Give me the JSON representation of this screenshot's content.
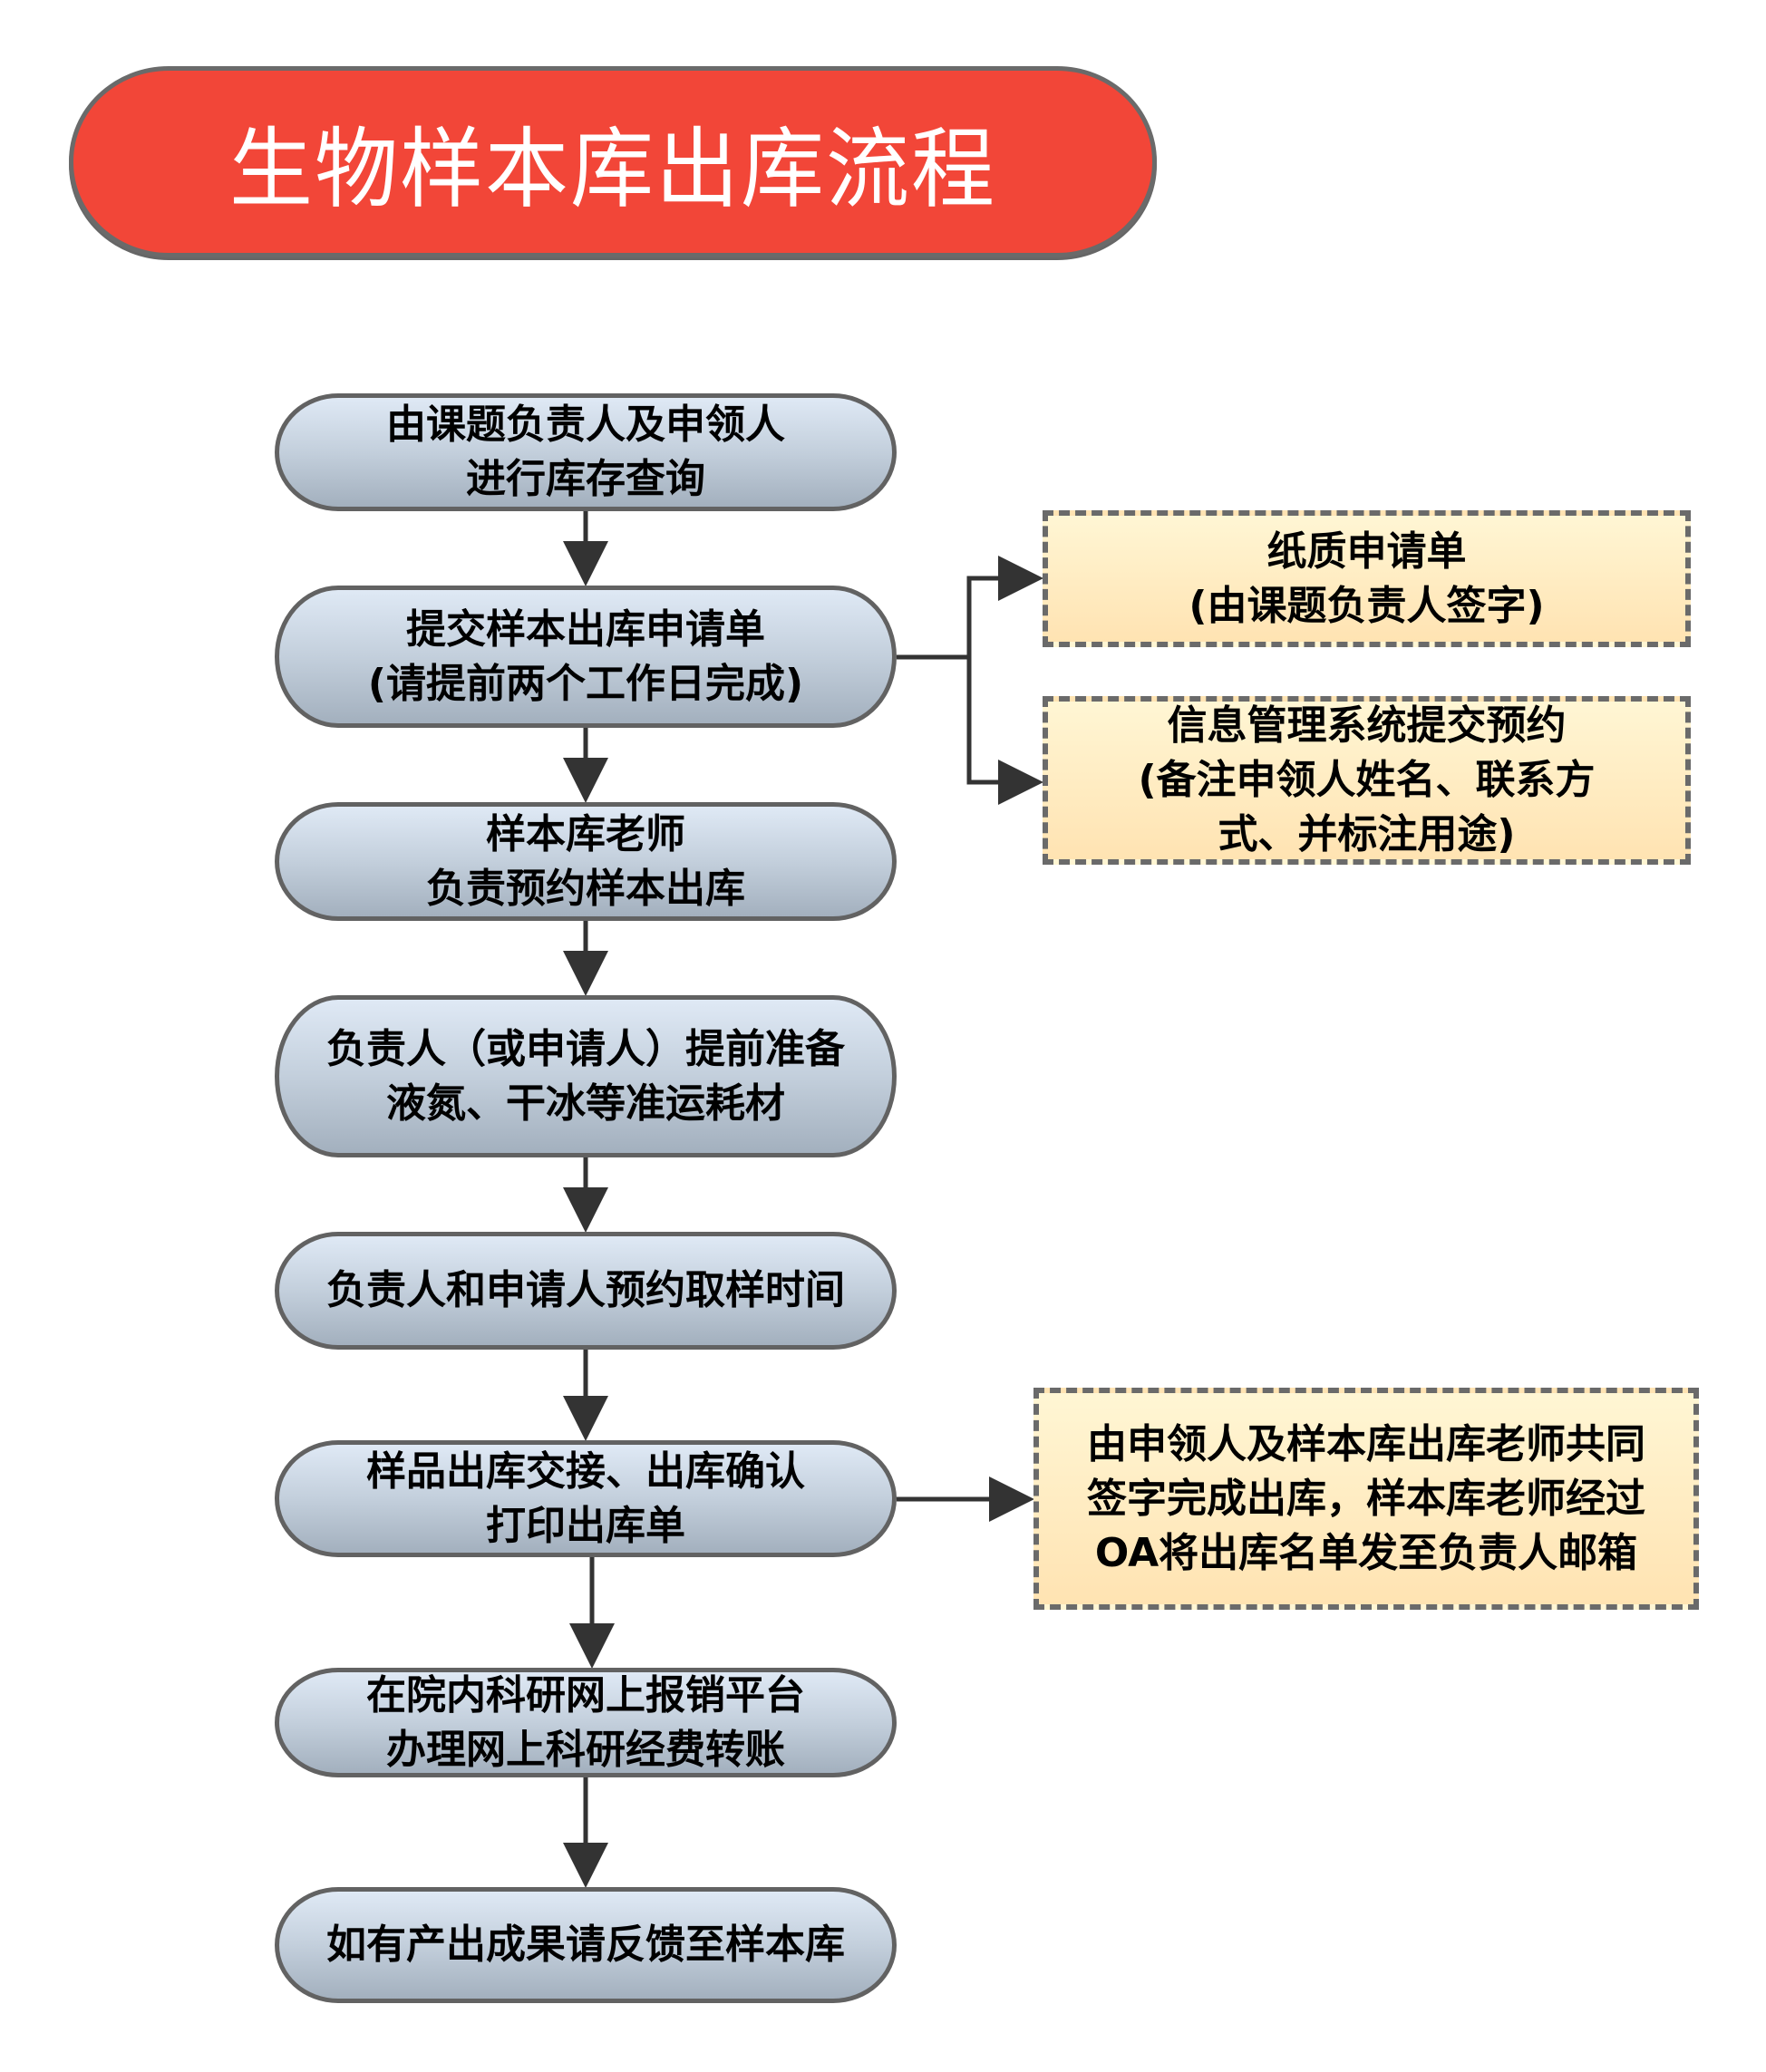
{
  "title": "生物样本库出库流程",
  "colors": {
    "title_fill": "#f24638",
    "step_fill_top": "#dfe9f5",
    "step_fill_bottom": "#a3b0be",
    "note_fill_top": "#fff6d4",
    "note_fill_bottom": "#ffe3b2",
    "border": "#626262",
    "arrow": "#333333"
  },
  "steps": [
    {
      "id": "s1",
      "text": "由课题负责人及申领人\n进行库存查询"
    },
    {
      "id": "s2",
      "text": "提交样本出库申请单\n(请提前两个工作日完成)"
    },
    {
      "id": "s3",
      "text": "样本库老师\n负责预约样本出库"
    },
    {
      "id": "s4",
      "text": "负责人（或申请人）提前准备\n液氮、干冰等准运耗材"
    },
    {
      "id": "s5",
      "text": "负责人和申请人预约取样时间"
    },
    {
      "id": "s6",
      "text": "样品出库交接、出库确认\n打印出库单"
    },
    {
      "id": "s7",
      "text": "在院内科研网上报销平台\n办理网上科研经费转账"
    },
    {
      "id": "s8",
      "text": "如有产出成果请反馈至样本库"
    }
  ],
  "notes": [
    {
      "id": "n1",
      "from": "s2",
      "text": "纸质申请单\n(由课题负责人签字)"
    },
    {
      "id": "n2",
      "from": "s2",
      "text": "信息管理系统提交预约\n(备注申领人姓名、联系方\n式、并标注用途)"
    },
    {
      "id": "n3",
      "from": "s6",
      "text": "由申领人及样本库出库老师共同\n签字完成出库，样本库老师经过\nOA将出库名单发至负责人邮箱"
    }
  ]
}
